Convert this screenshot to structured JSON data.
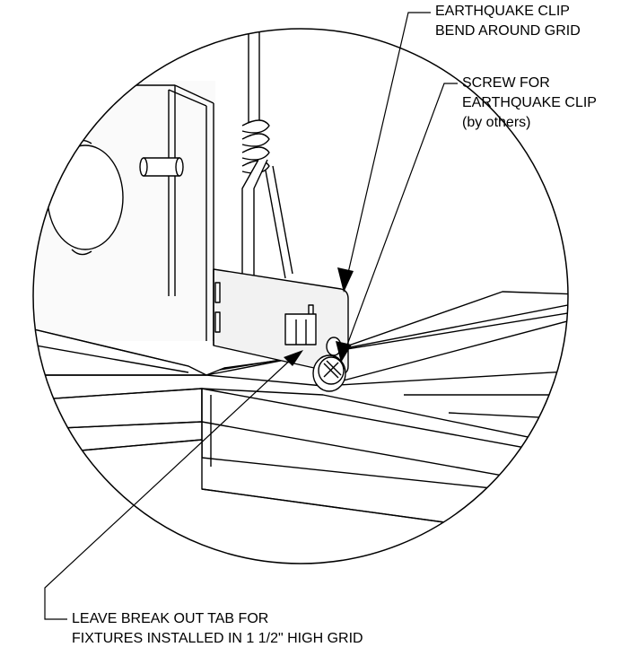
{
  "callouts": {
    "clip": {
      "line1": "EARTHQUAKE CLIP",
      "line2": "BEND AROUND GRID"
    },
    "screw": {
      "line1": "SCREW FOR",
      "line2": "EARTHQUAKE CLIP",
      "line3": "(by others)"
    },
    "tab": {
      "line1": "LEAVE BREAK OUT TAB FOR",
      "line2": "FIXTURES INSTALLED IN 1 1/2\" HIGH GRID"
    }
  },
  "colors": {
    "ink": "#000000",
    "fill_light": "#f2f2f2",
    "fill_mid": "#e3e3e3",
    "background": "#ffffff"
  }
}
